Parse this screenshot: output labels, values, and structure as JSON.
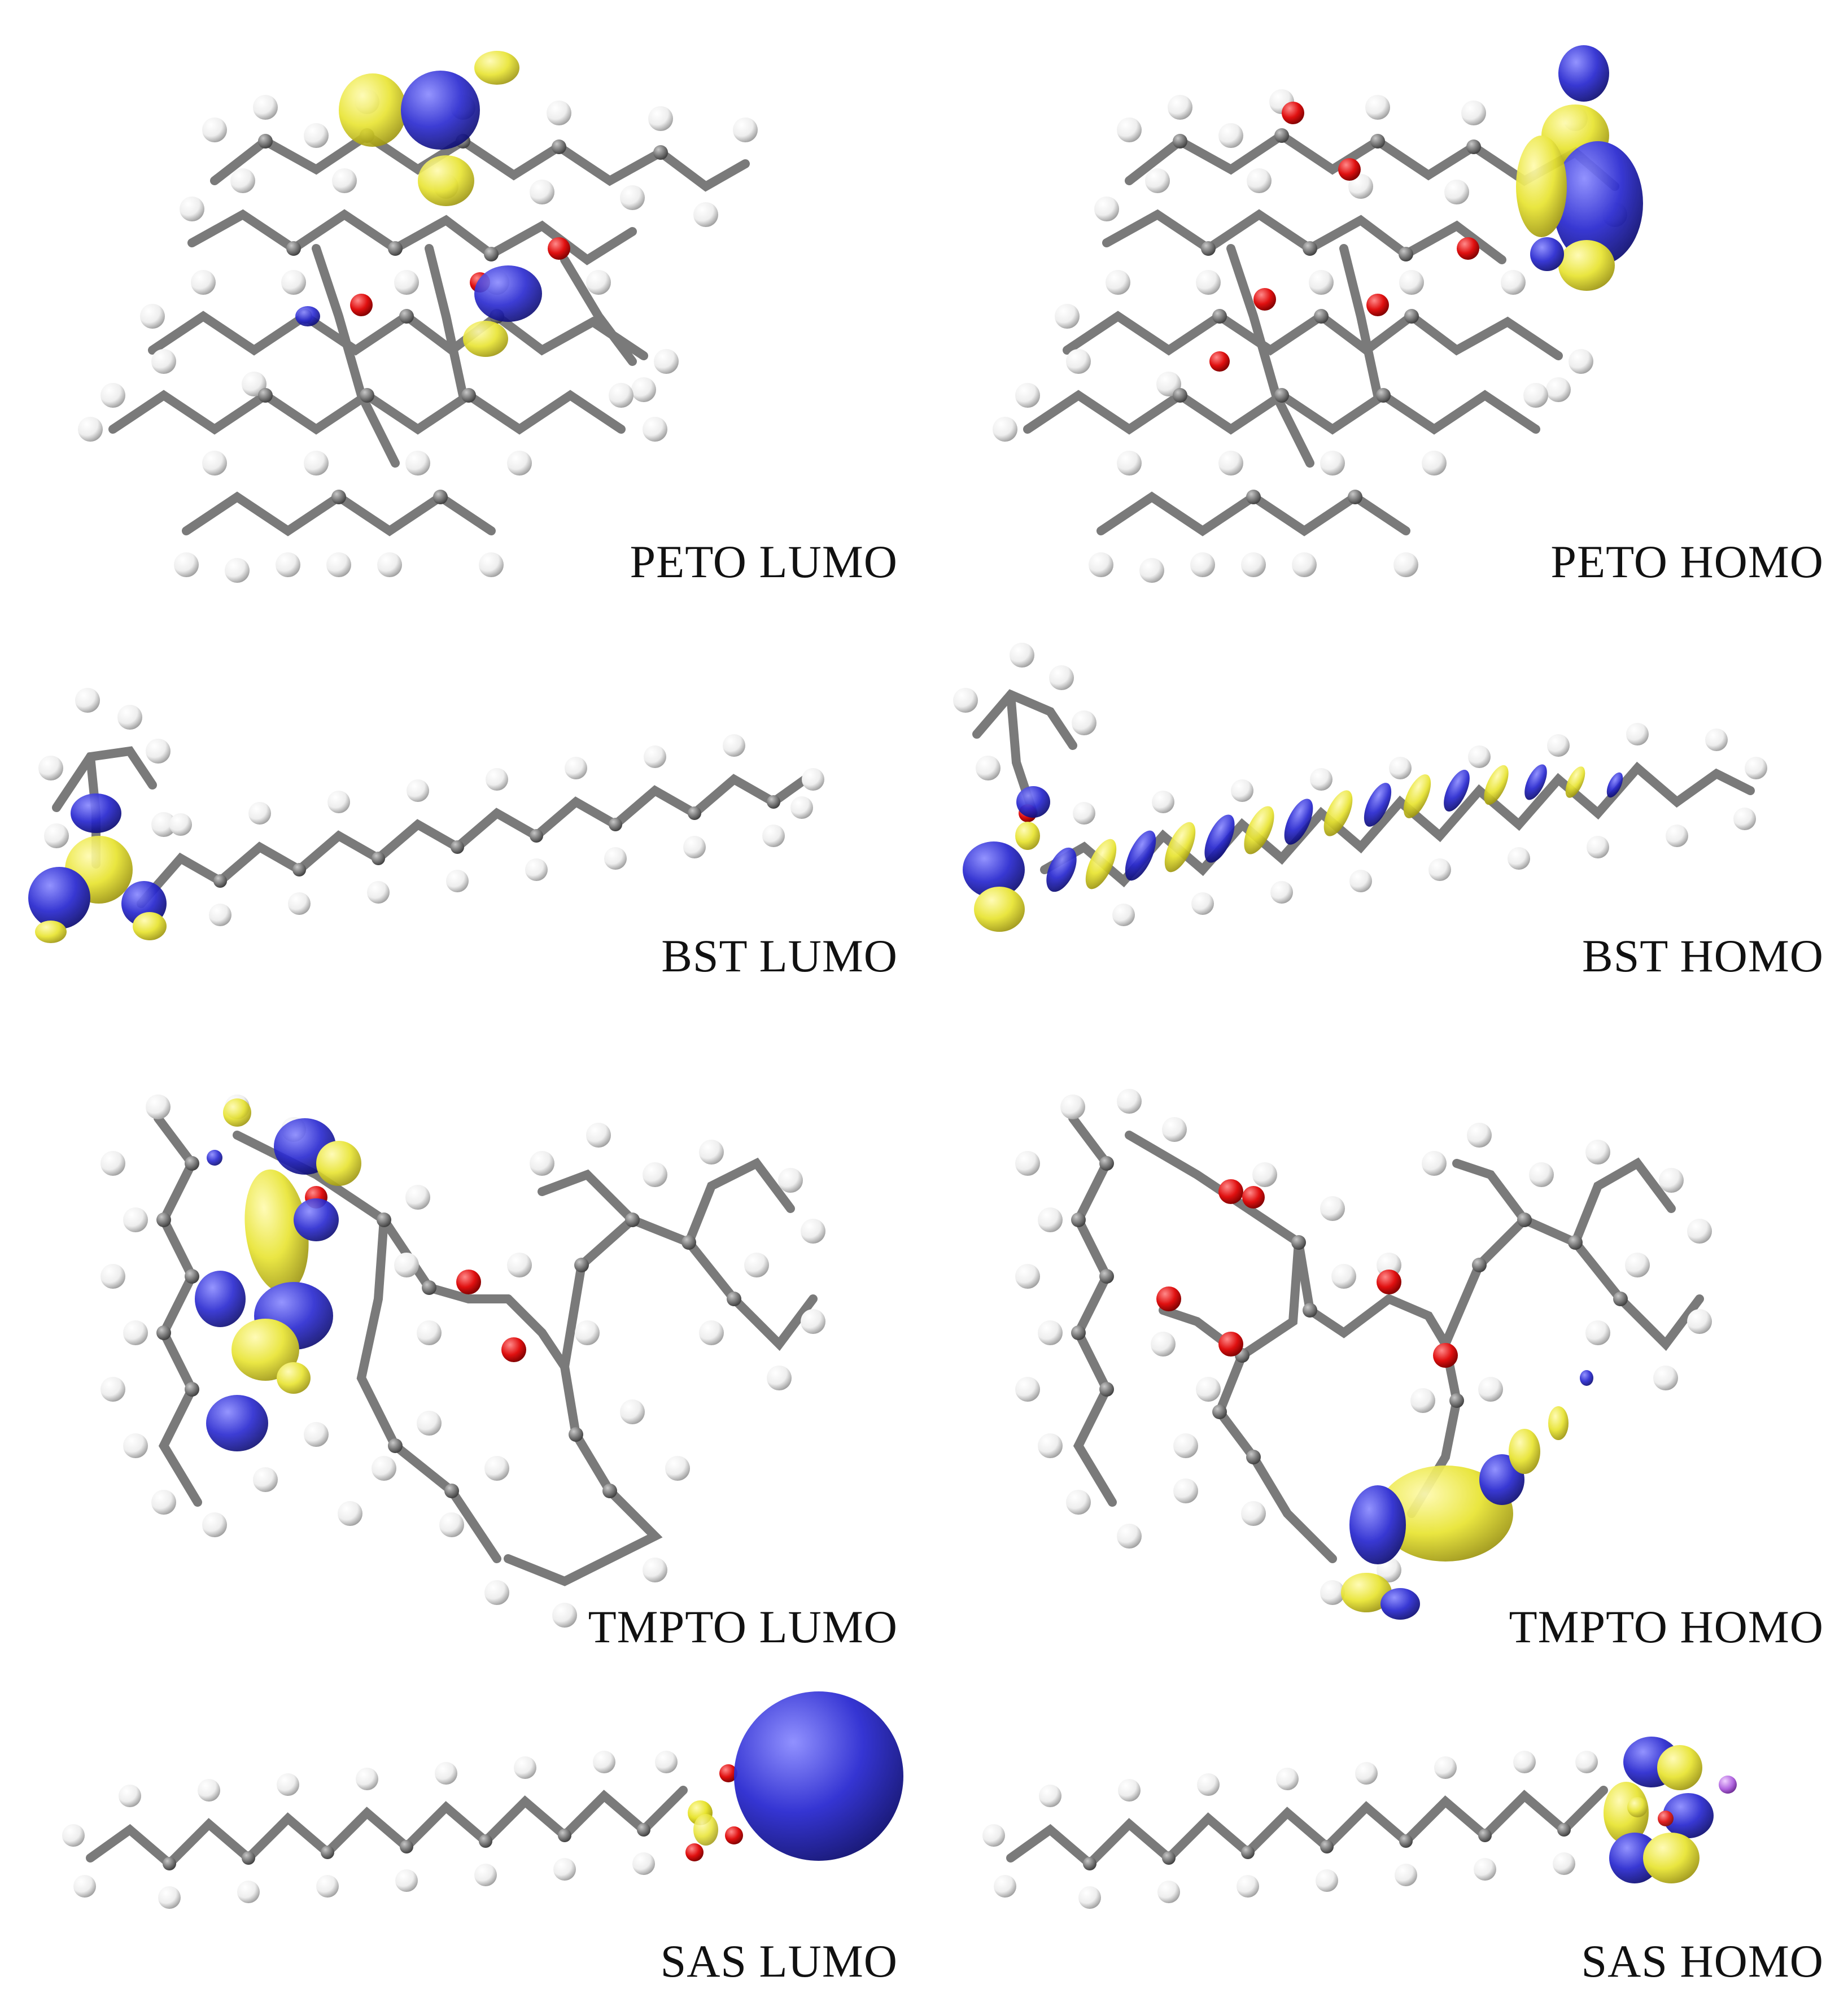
{
  "panels": [
    {
      "id": "peto-lumo",
      "label": "PETO LUMO"
    },
    {
      "id": "peto-homo",
      "label": "PETO HOMO"
    },
    {
      "id": "bst-lumo",
      "label": "BST LUMO"
    },
    {
      "id": "bst-homo",
      "label": "BST HOMO"
    },
    {
      "id": "tmpto-lumo",
      "label": "TMPTO LUMO"
    },
    {
      "id": "tmpto-homo",
      "label": "TMPTO HOMO"
    },
    {
      "id": "sas-lumo",
      "label": "SAS LUMO"
    },
    {
      "id": "sas-homo",
      "label": "SAS HOMO"
    }
  ],
  "colors": {
    "carbon": "#7a7a7a",
    "hydrogen": "#f2f2f2",
    "oxygen": "#e01010",
    "sulfur": "#e8e020",
    "nitrogen": "#2c2cd6",
    "sodium": "#b266e0",
    "orbital_positive": "#e8e430",
    "orbital_negative": "#2828d0"
  }
}
